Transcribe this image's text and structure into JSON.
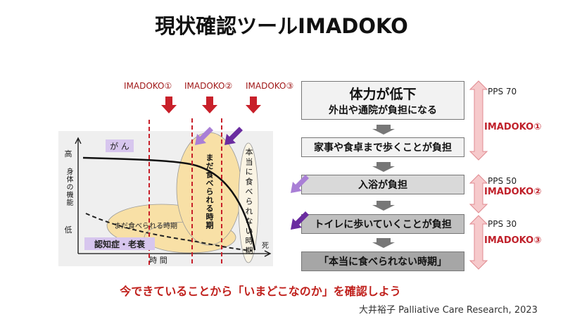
{
  "title": "現状確認ツールIMADOKO",
  "diagram": {
    "markers": [
      "IMADOKO①",
      "IMADOKO②",
      "IMADOKO③"
    ],
    "axis_y_high": "高",
    "axis_y_label": "身体の機能",
    "axis_y_low": "低",
    "axis_x_label": "時 間",
    "axis_x_end": "死",
    "cancer_label": "が ん",
    "dementia_label": "認知症・老衰",
    "can_eat_horizontal": "まだ食べられる時期",
    "can_eat_vertical": "まだ食べられる時期",
    "cannot_eat_vertical": "本当に食べられない時期"
  },
  "flow": {
    "steps": [
      {
        "title": "体力が低下",
        "subtitle": "外出や通院が負担になる"
      },
      {
        "title": "家事や食卓まで歩くことが負担"
      },
      {
        "title": "入浴が負担"
      },
      {
        "title": "トイレに歩いていくことが負担"
      },
      {
        "title": "「本当に食べられない時期」"
      }
    ],
    "stages": [
      {
        "pps": "PPS 70",
        "label": "IMADOKO①"
      },
      {
        "pps": "PPS 50",
        "label": "IMADOKO②"
      },
      {
        "pps": "PPS 30",
        "label": "IMADOKO③"
      }
    ]
  },
  "bottom_message": "今できていることから「いまどこなのか」を確認しよう",
  "citation": "大井裕子 Palliative Care Research, 2023",
  "colors": {
    "accent_red": "#c0201c",
    "light_purple": "#a97fd6",
    "dark_purple": "#6a2ca0",
    "ellipse_fill": "#f8e0a6"
  }
}
